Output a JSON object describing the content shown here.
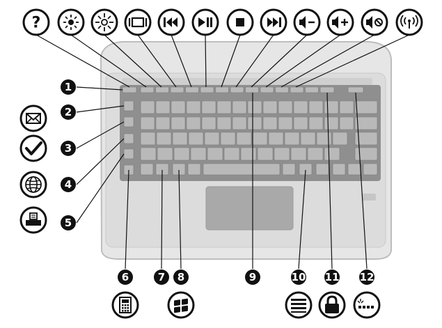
{
  "top_icons": [
    {
      "icon": "help-icon",
      "glyph": "?"
    },
    {
      "icon": "brightness-down-icon"
    },
    {
      "icon": "brightness-up-icon"
    },
    {
      "icon": "display-switch-icon"
    },
    {
      "icon": "previous-track-icon"
    },
    {
      "icon": "play-pause-icon"
    },
    {
      "icon": "stop-icon"
    },
    {
      "icon": "next-track-icon"
    },
    {
      "icon": "volume-down-icon"
    },
    {
      "icon": "volume-up-icon"
    },
    {
      "icon": "mute-icon"
    },
    {
      "icon": "wireless-icon"
    }
  ],
  "left_icons": [
    {
      "icon": "email-icon"
    },
    {
      "icon": "checkmark-icon"
    },
    {
      "icon": "web-browser-icon"
    },
    {
      "icon": "print-icon"
    }
  ],
  "bottom_icons": [
    {
      "icon": "calculator-icon"
    },
    {
      "icon": "windows-logo-icon"
    },
    {
      "icon": "menu-icon"
    },
    {
      "icon": "lock-icon"
    },
    {
      "icon": "backlight-icon"
    }
  ],
  "callouts": [
    {
      "number": "1"
    },
    {
      "number": "2"
    },
    {
      "number": "3"
    },
    {
      "number": "4"
    },
    {
      "number": "5"
    },
    {
      "number": "6"
    },
    {
      "number": "7"
    },
    {
      "number": "8"
    },
    {
      "number": "9"
    },
    {
      "number": "10"
    },
    {
      "number": "11"
    },
    {
      "number": "12"
    }
  ],
  "colors": {
    "laptop_body": "#e6e6e6",
    "laptop_edge": "#bdbdbd",
    "keyboard": "#8f8f8f",
    "key": "#b9b9b9",
    "touchpad": "#a9a9a9",
    "callout": "#111111"
  }
}
